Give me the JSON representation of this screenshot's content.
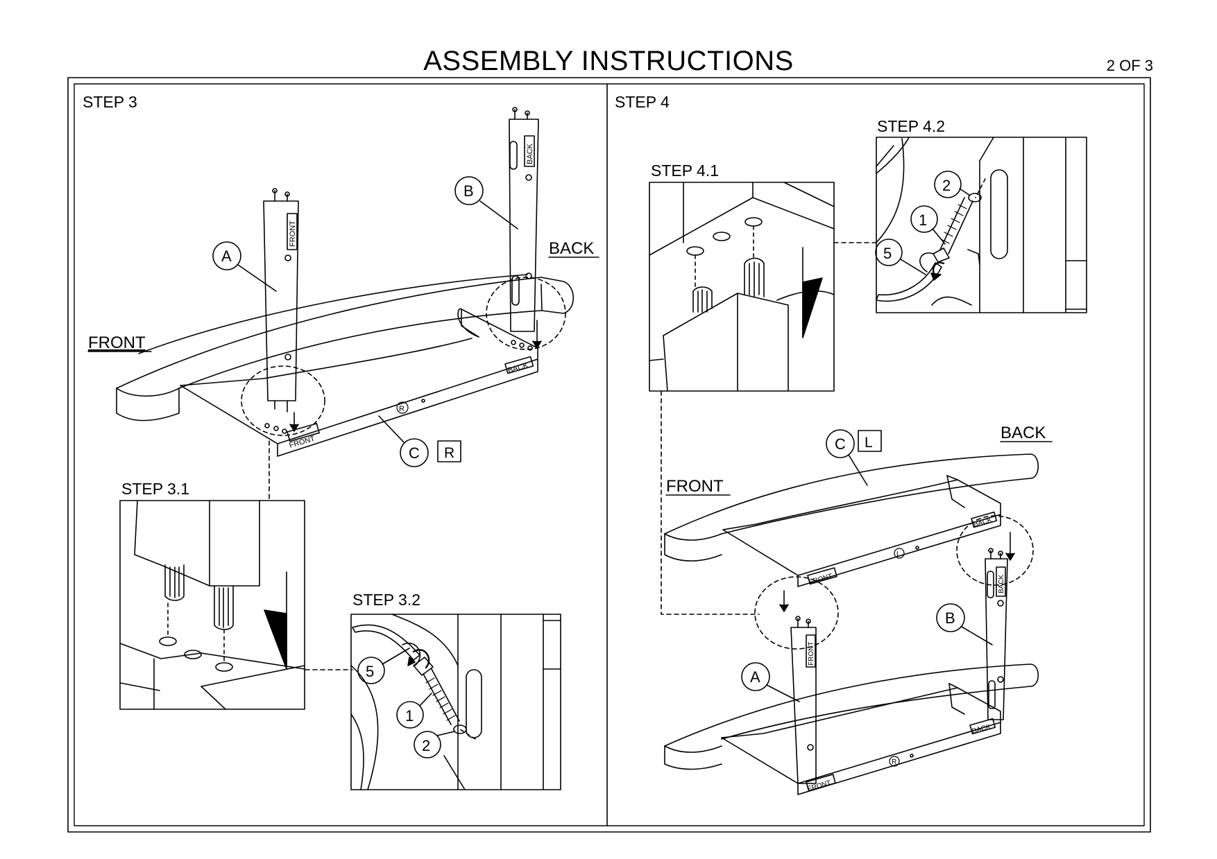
{
  "header": {
    "title": "ASSEMBLY INSTRUCTIONS",
    "page": "2 OF 3"
  },
  "step3": {
    "label": "STEP 3",
    "front_label": "FRONT",
    "back_label": "BACK",
    "leg_a_marker": "A",
    "leg_b_marker": "B",
    "rail_marker": "C",
    "rail_side": "R",
    "leg_a_tag": "FRONT",
    "leg_b_tag": "BACK",
    "rail_front_tag": "FRONT",
    "rail_back_tag": "BACK",
    "rail_emblem": "R",
    "sub1_label": "STEP 3.1",
    "sub2_label": "STEP 3.2",
    "sub2_parts": [
      "5",
      "1",
      "2"
    ]
  },
  "step4": {
    "label": "STEP 4",
    "sub1_label": "STEP 4.1",
    "sub2_label": "STEP 4.2",
    "sub2_parts": [
      "2",
      "1",
      "5"
    ],
    "front_label": "FRONT",
    "back_label": "BACK",
    "rail_marker": "C",
    "rail_side": "L",
    "leg_a_marker": "A",
    "leg_b_marker": "B",
    "rail_front_tag": "FRONT",
    "rail_back_tag": "BACK",
    "leg_a_tag": "FRONT",
    "leg_b_tag": "BACK",
    "rail_emblem": "L",
    "lower_front_tag": "FRONT",
    "lower_back_tag": "BACK",
    "lower_emblem": "R"
  }
}
